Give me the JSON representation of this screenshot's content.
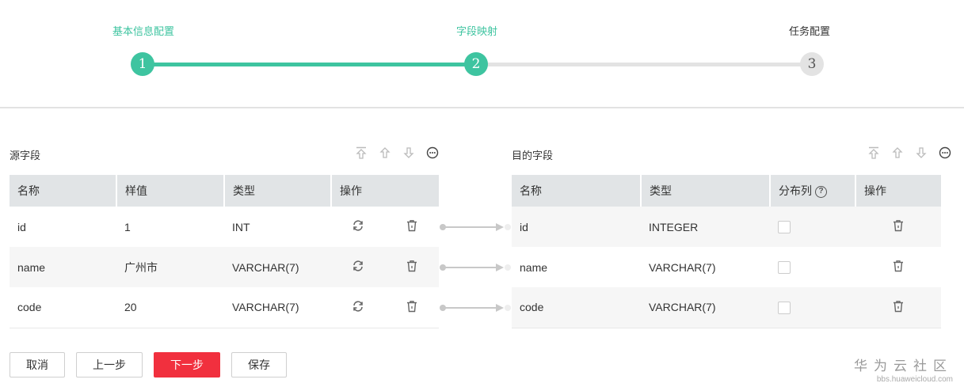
{
  "stepper": {
    "steps": [
      {
        "number": "1",
        "label": "基本信息配置",
        "state": "done"
      },
      {
        "number": "2",
        "label": "字段映射",
        "state": "active"
      },
      {
        "number": "3",
        "label": "任务配置",
        "state": "todo"
      }
    ],
    "colors": {
      "done": "#3ec4a0",
      "todo": "#e3e3e3"
    }
  },
  "source": {
    "title": "源字段",
    "tools": [
      "move-top-icon",
      "move-up-icon",
      "move-down-icon",
      "more-icon"
    ],
    "columns": [
      "名称",
      "样值",
      "类型",
      "操作"
    ],
    "rows": [
      {
        "name": "id",
        "sample": "1",
        "type": "INT"
      },
      {
        "name": "name",
        "sample": "广州市",
        "type": "VARCHAR(7)"
      },
      {
        "name": "code",
        "sample": "20",
        "type": "VARCHAR(7)"
      }
    ]
  },
  "target": {
    "title": "目的字段",
    "tools": [
      "move-top-icon",
      "move-up-icon",
      "move-down-icon",
      "more-icon"
    ],
    "columns": [
      "名称",
      "类型",
      "分布列",
      "操作"
    ],
    "help_glyph": "?",
    "rows": [
      {
        "name": "id",
        "type": "INTEGER",
        "distributed": false
      },
      {
        "name": "name",
        "type": "VARCHAR(7)",
        "distributed": false
      },
      {
        "name": "code",
        "type": "VARCHAR(7)",
        "distributed": false
      }
    ]
  },
  "footer": {
    "cancel": "取消",
    "prev": "上一步",
    "next": "下一步",
    "save": "保存",
    "primary_color": "#f1303e"
  },
  "watermark": {
    "main": "华为云社区",
    "sub": "bbs.huaweicloud.com"
  }
}
